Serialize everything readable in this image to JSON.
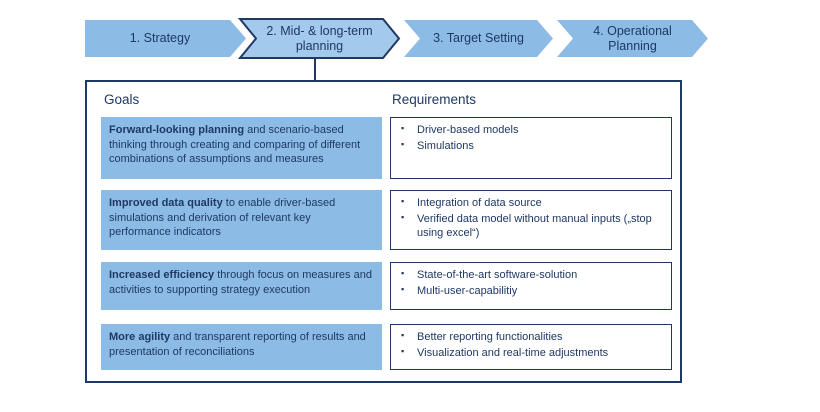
{
  "steps": [
    {
      "label": "1. Strategy"
    },
    {
      "label": "2. Mid- & long-term planning"
    },
    {
      "label": "3. Target Setting"
    },
    {
      "label": "4. Operational Planning"
    }
  ],
  "panel": {
    "goals_header": "Goals",
    "requirements_header": "Requirements",
    "rows": [
      {
        "goal_bold": "Forward-looking planning",
        "goal_rest": " and scenario-based thinking through creating and comparing of different combinations of assumptions and measures",
        "requirements": [
          "Driver-based models",
          "Simulations"
        ]
      },
      {
        "goal_bold": "Improved data quality",
        "goal_rest": " to enable driver-based simulations and derivation of relevant key performance indicators",
        "requirements": [
          "Integration of data source",
          "Verified data model without manual inputs („stop using excel“)"
        ]
      },
      {
        "goal_bold": "Increased efficiency",
        "goal_rest": " through focus on measures and activities to supporting strategy execution",
        "requirements": [
          "State-of-the-art software-solution",
          "Multi-user-capabilitiy"
        ]
      },
      {
        "goal_bold": "More agility",
        "goal_rest": " and transparent reporting of results and presentation of reconciliations",
        "requirements": [
          "Better reporting functionalities",
          "Visualization and real-time adjustments"
        ]
      }
    ]
  },
  "colors": {
    "light_blue": "#8CBCE6",
    "highlight_step_fill": "#A3CAEC",
    "navy": "#1F3864",
    "background": "#FFFFFF"
  }
}
